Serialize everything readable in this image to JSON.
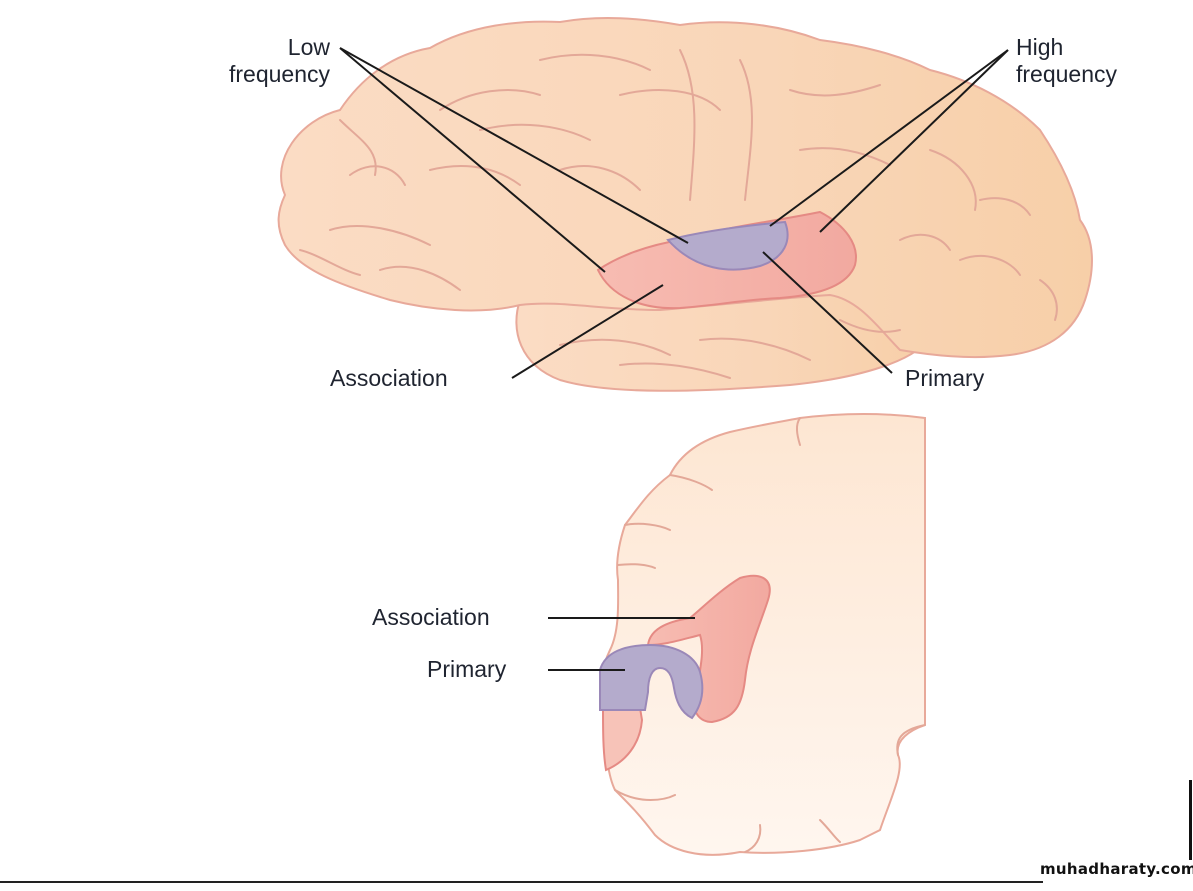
{
  "figure": {
    "title": "Auditory cortex: primary and association areas with tonotopic frequency map",
    "views": [
      "lateral-view",
      "coronal-section"
    ]
  },
  "labels": {
    "low_frequency_line1": "Low",
    "low_frequency_line2": "frequency",
    "high_frequency_line1": "High",
    "high_frequency_line2": "frequency",
    "top_association": "Association",
    "top_primary": "Primary",
    "bottom_association": "Association",
    "bottom_primary": "Primary"
  },
  "watermark": "muhadharaty.com",
  "colors": {
    "brain_fill": "#f9d9bd",
    "brain_outline": "#e8a99a",
    "sulci": "#e3a898",
    "association_fill": "#f4b0a6",
    "association_outline": "#e58a84",
    "primary_fill": "#b4abcc",
    "primary_outline": "#9a88b8",
    "section_fill": "#fde9da",
    "leader_line": "#1a1a1a",
    "label_text": "#1f2430"
  }
}
